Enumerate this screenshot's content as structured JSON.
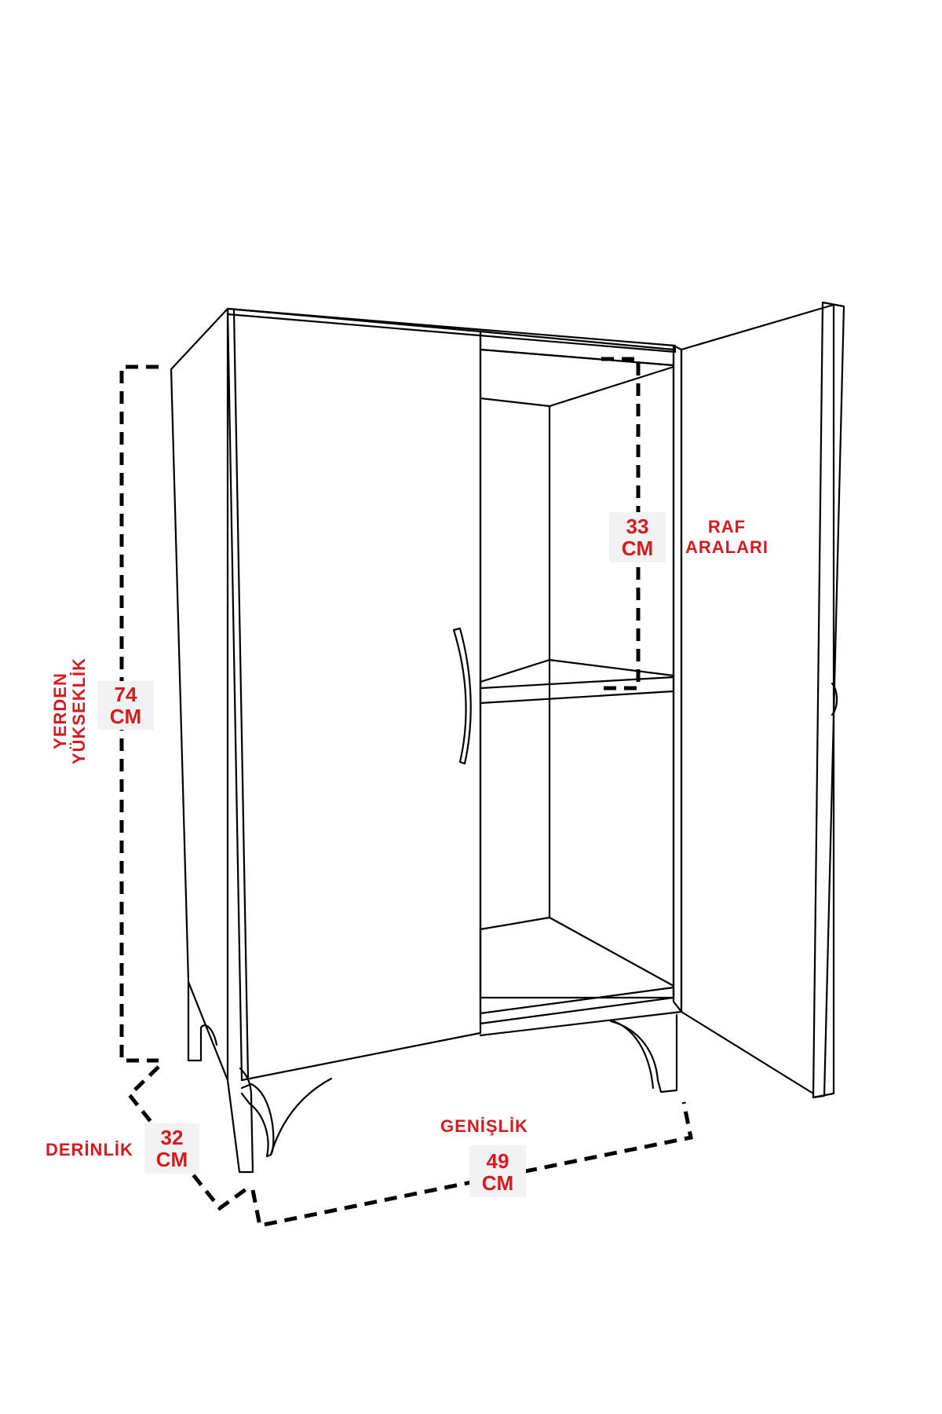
{
  "dimensions": {
    "height": {
      "label_line1": "YERDEN",
      "label_line2": "YÜKSEKLİK",
      "value": "74",
      "unit": "CM"
    },
    "shelf_gap": {
      "label_line1": "RAF",
      "label_line2": "ARALARI",
      "value": "33",
      "unit": "CM"
    },
    "depth": {
      "label": "DERİNLİK",
      "value": "32",
      "unit": "CM"
    },
    "width": {
      "label": "GENİŞLİK",
      "value": "49",
      "unit": "CM"
    }
  },
  "colors": {
    "dimension_text": "#d71920",
    "label_box": "#f2f2f2",
    "line": "#000000"
  }
}
